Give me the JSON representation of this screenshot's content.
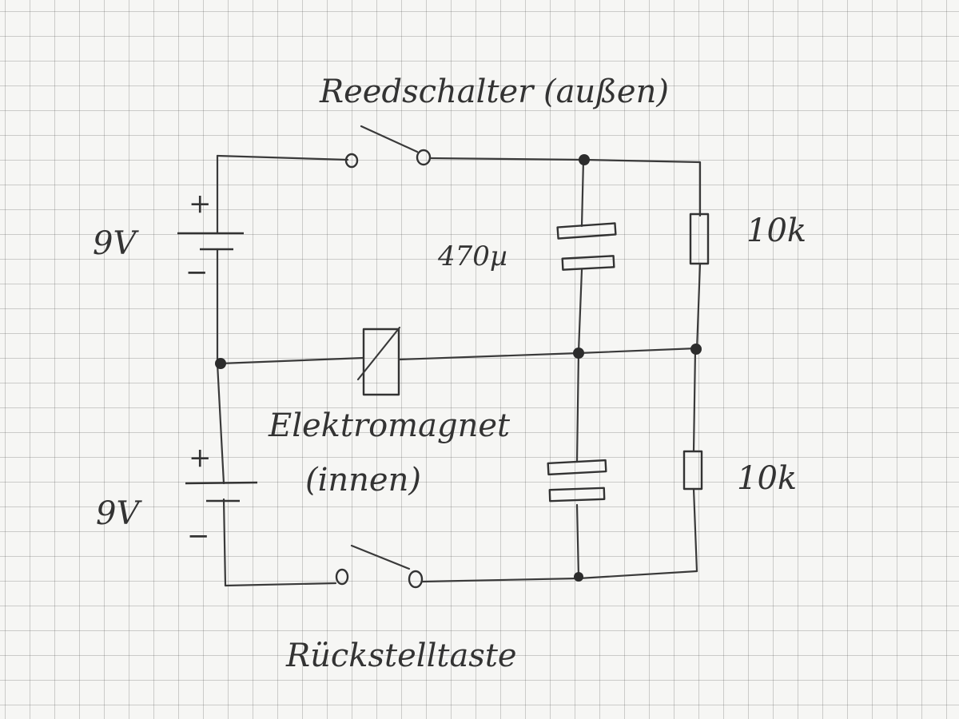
{
  "labels": {
    "reed_switch": "Reedschalter (außen)",
    "battery_top_voltage": "9V",
    "battery_top_plus": "+",
    "battery_top_minus": "−",
    "battery_bottom_voltage": "9V",
    "battery_bottom_plus": "+",
    "battery_bottom_minus": "−",
    "capacitor_top": "470µ",
    "resistor_top": "10k",
    "resistor_bottom": "10k",
    "electromagnet_line1": "Elektromagnet",
    "electromagnet_line2": "(innen)",
    "reset_button": "Rückstelltaste"
  },
  "colors": {
    "paper": "#f6f6f4",
    "grid": "#9a9a9a",
    "pencil": "#333333"
  }
}
